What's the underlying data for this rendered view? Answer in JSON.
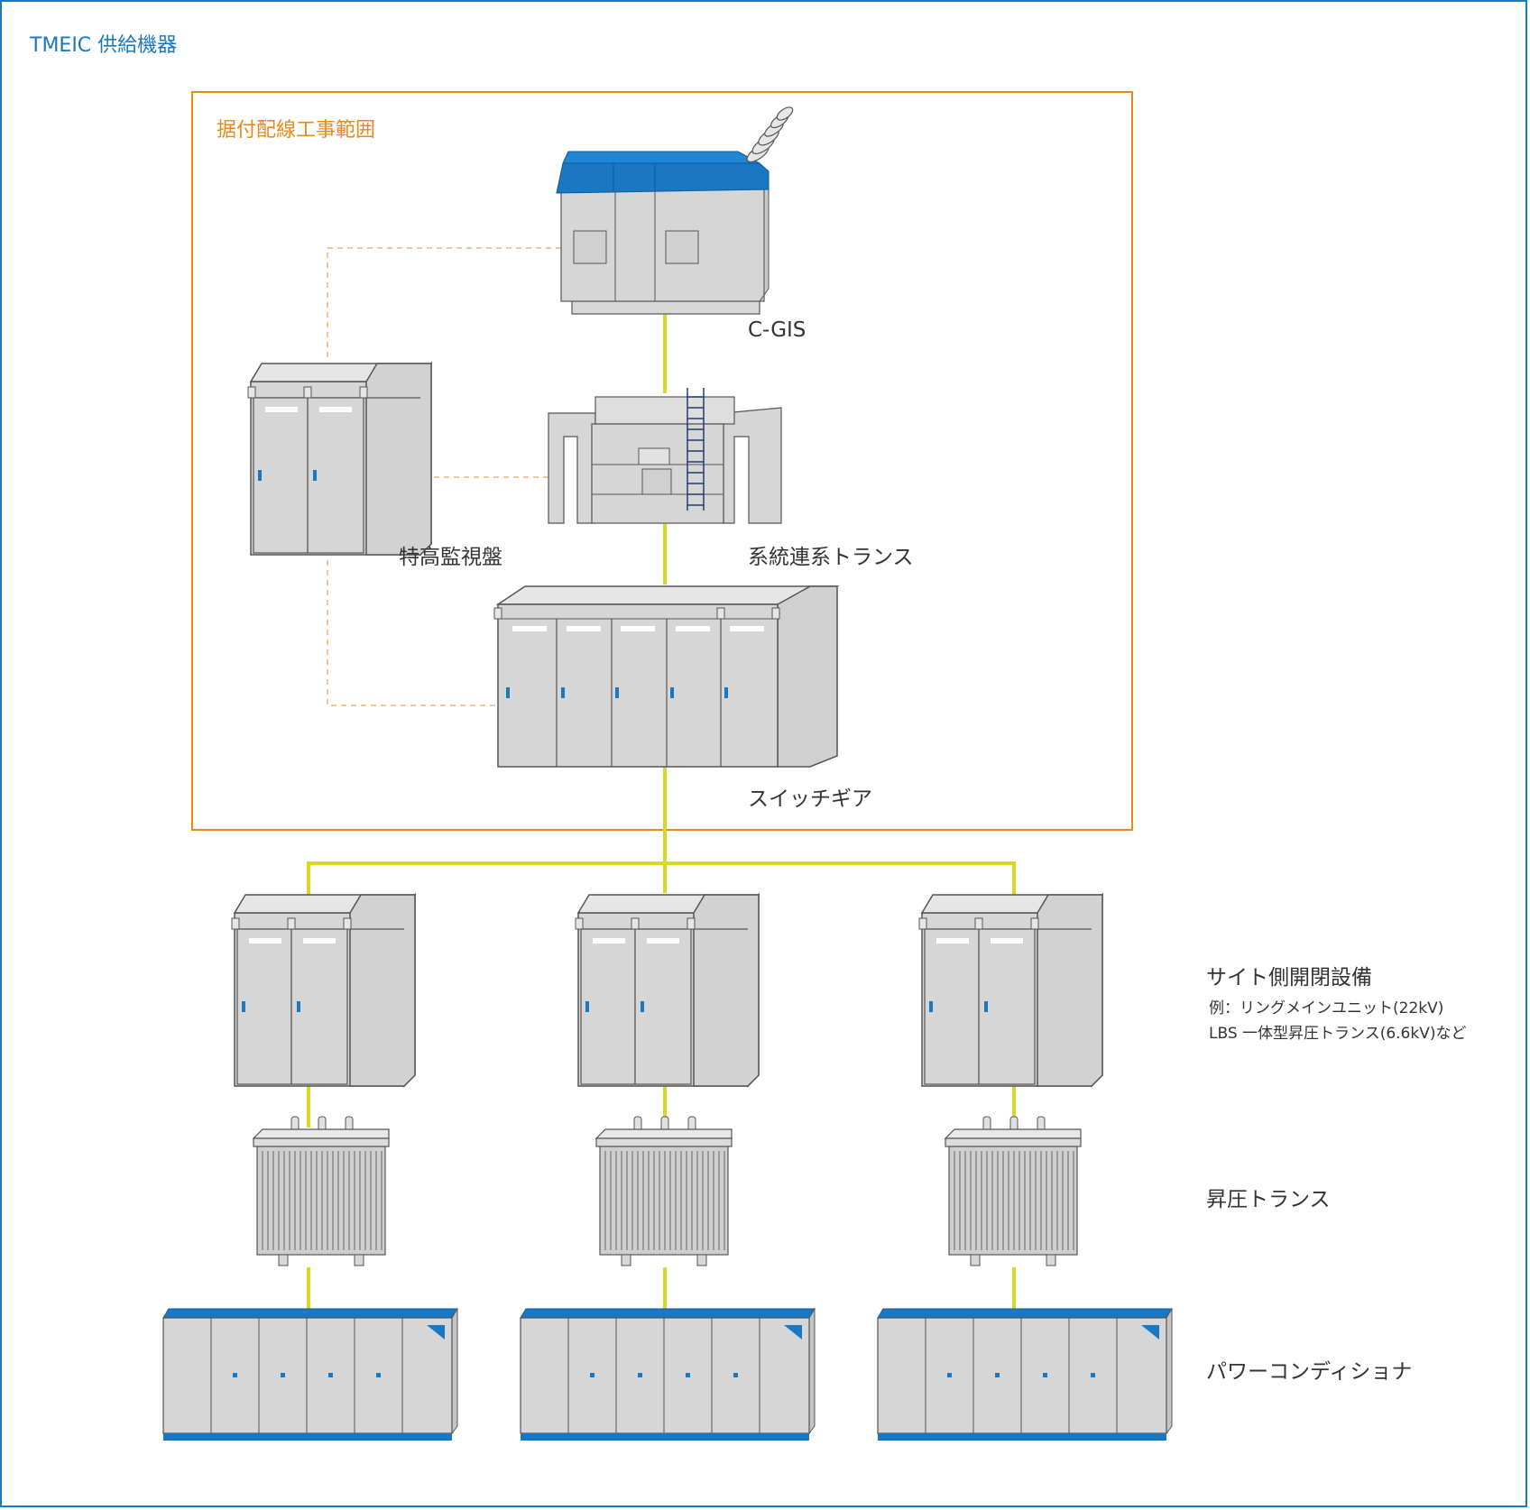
{
  "title": "TMEIC 供給機器",
  "scope_label": "据付配線工事範囲",
  "colors": {
    "brand_blue": "#1a78c2",
    "scope_orange": "#e88a1a",
    "cable_yellow": "#d8d82a",
    "panel_gray": "#d6d6d6"
  },
  "equipment": {
    "cgis": "C-GIS",
    "grid_transformer": "系統連系トランス",
    "monitor_panel": "特高監視盤",
    "switchgear": "スイッチギア",
    "site_switchgear": "サイト側開閉設備",
    "site_switchgear_note1": "例：リングメインユニット(22kV)",
    "site_switchgear_note2": "LBS 一体型昇圧トランス(6.6kV)など",
    "stepup_transformer": "昇圧トランス",
    "power_conditioner": "パワーコンディショナ"
  }
}
